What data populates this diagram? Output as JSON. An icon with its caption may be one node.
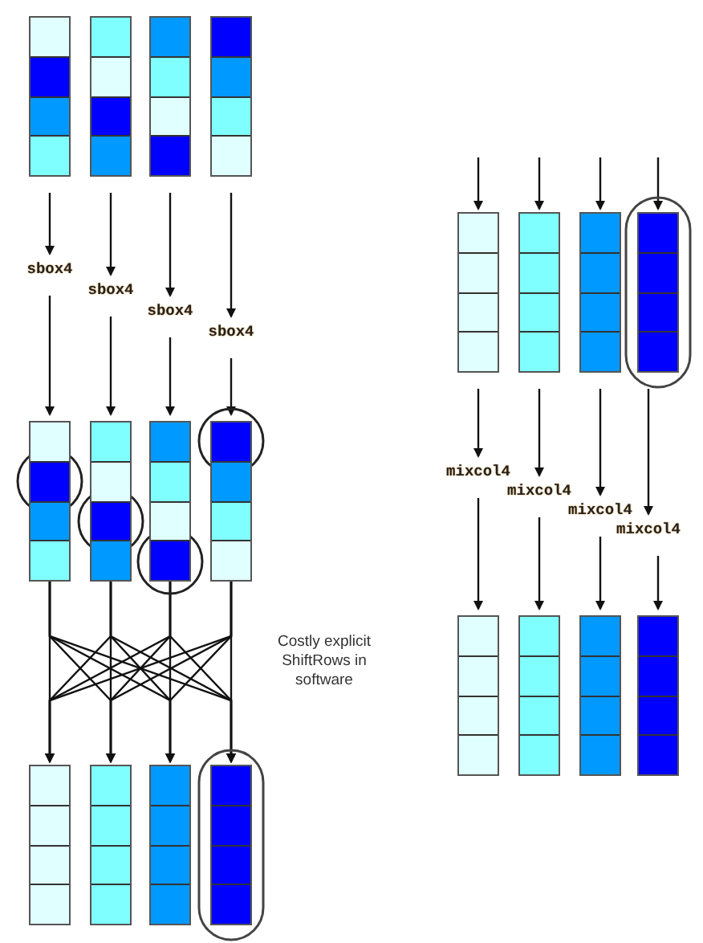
{
  "diagram": {
    "nodes": [
      {
        "text": [],
        "shape": "bar"
      },
      {
        "text": [],
        "shape": "bar"
      },
      {
        "text": [],
        "shape": "bar"
      },
      {
        "text": [],
        "shape": "bar"
      },
      {
        "text": [
          "sbox4"
        ]
      },
      {
        "text": [
          "sbox4"
        ]
      },
      {
        "text": [
          "sbox4"
        ]
      },
      {
        "text": [
          "sbox4"
        ]
      },
      {
        "text": [],
        "shape": "bar"
      },
      {
        "text": [],
        "shape": "bar"
      },
      {
        "text": [],
        "shape": "bar"
      },
      {
        "text": [],
        "shape": "bar"
      },
      {
        "text": [],
        "shape": "bar"
      },
      {
        "text": [],
        "shape": "bar"
      },
      {
        "text": [],
        "shape": "bar"
      },
      {
        "text": [],
        "shape": "bar"
      },
      {
        "text": [],
        "shape": "bar"
      },
      {
        "text": [],
        "shape": "bar"
      },
      {
        "text": [],
        "shape": "bar"
      },
      {
        "text": [],
        "shape": "bar"
      },
      {
        "text": [
          "mixcol4"
        ]
      },
      {
        "text": [
          "mixcol4"
        ]
      },
      {
        "text": [
          "mixcol4"
        ]
      },
      {
        "text": [
          "mixcol4"
        ]
      },
      {
        "text": [],
        "shape": "bar"
      },
      {
        "text": [],
        "shape": "bar"
      },
      {
        "text": [],
        "shape": "bar"
      },
      {
        "text": [],
        "shape": "bar"
      }
    ],
    "edges": [
      {
        "from": 0,
        "to": 4,
        "arrow": "to"
      },
      {
        "from": 1,
        "to": 5,
        "arrow": "to"
      },
      {
        "from": 2,
        "to": 6,
        "arrow": "to"
      },
      {
        "from": 3,
        "to": 7,
        "arrow": "to"
      },
      {
        "from": 4,
        "to": 8,
        "arrow": "to"
      },
      {
        "from": 5,
        "to": 9,
        "arrow": "to"
      },
      {
        "from": 6,
        "to": 10,
        "arrow": "to"
      },
      {
        "from": 7,
        "to": 11,
        "arrow": "to"
      },
      {
        "from": 8,
        "to": 12,
        "arrow": "to"
      },
      {
        "from": 8,
        "to": 13,
        "arrow": "to"
      },
      {
        "from": 8,
        "to": 14,
        "arrow": "to"
      },
      {
        "from": 8,
        "to": 15,
        "arrow": "to"
      },
      {
        "from": 9,
        "to": 12,
        "arrow": "to"
      },
      {
        "from": 9,
        "to": 13,
        "arrow": "to"
      },
      {
        "from": 9,
        "to": 14,
        "arrow": "to"
      },
      {
        "from": 9,
        "to": 15,
        "arrow": "to"
      },
      {
        "from": 10,
        "to": 12,
        "arrow": "to"
      },
      {
        "from": 10,
        "to": 13,
        "arrow": "to"
      },
      {
        "from": 10,
        "to": 14,
        "arrow": "to"
      },
      {
        "from": 10,
        "to": 15,
        "arrow": "to"
      },
      {
        "from": 11,
        "to": 12,
        "arrow": "to"
      },
      {
        "from": 11,
        "to": 13,
        "arrow": "to"
      },
      {
        "from": 11,
        "to": 14,
        "arrow": "to"
      },
      {
        "from": 11,
        "to": 15,
        "arrow": "to"
      },
      {
        "from": null,
        "to": 16,
        "arrow": "to"
      },
      {
        "from": null,
        "to": 17,
        "arrow": "to"
      },
      {
        "from": null,
        "to": 18,
        "arrow": "to"
      },
      {
        "from": null,
        "to": 19,
        "arrow": "to"
      },
      {
        "from": 16,
        "to": 20,
        "arrow": "to"
      },
      {
        "from": 17,
        "to": 21,
        "arrow": "to"
      },
      {
        "from": 18,
        "to": 22,
        "arrow": "to"
      },
      {
        "from": 19,
        "to": 23,
        "arrow": "to"
      },
      {
        "from": 20,
        "to": 24,
        "arrow": "to"
      },
      {
        "from": 21,
        "to": 25,
        "arrow": "to"
      },
      {
        "from": 22,
        "to": 26,
        "arrow": "to"
      },
      {
        "from": 23,
        "to": 27,
        "arrow": "to"
      }
    ],
    "labels": [
      "Costly explicit ShiftRows in software"
    ]
  }
}
